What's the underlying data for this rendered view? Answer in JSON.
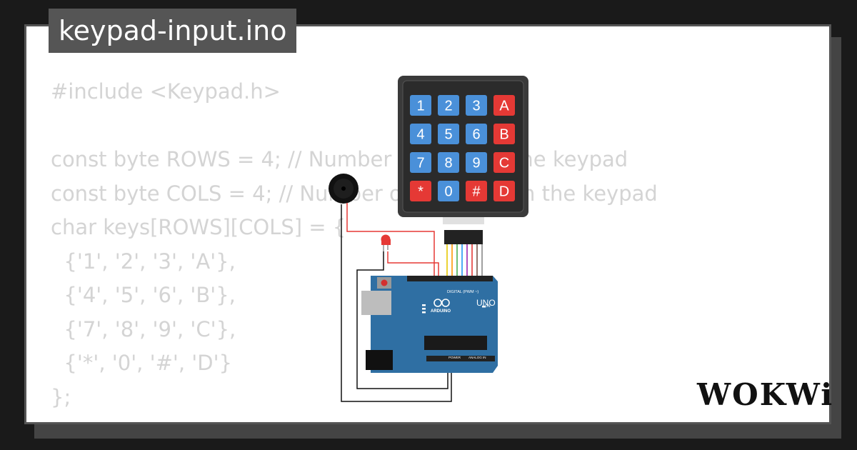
{
  "title": "keypad-input.ino",
  "code_lines": [
    "#include <Keypad.h>",
    "",
    "const byte ROWS = 4; // Number of rows on the keypad",
    "const byte COLS = 4; // Number of columns on the keypad",
    "char keys[ROWS][COLS] = {",
    "  {'1', '2', '3', 'A'},",
    "  {'4', '5', '6', 'B'},",
    "  {'7', '8', '9', 'C'},",
    "  {'*', '0', '#', 'D'}",
    "};"
  ],
  "keypad": {
    "keys": [
      [
        "1",
        "2",
        "3",
        "A"
      ],
      [
        "4",
        "5",
        "6",
        "B"
      ],
      [
        "7",
        "8",
        "9",
        "C"
      ],
      [
        "*",
        "0",
        "#",
        "D"
      ]
    ],
    "key_color": "#4a90d9",
    "letter_key_color": "#e53935",
    "body_color": "#3a3a3a"
  },
  "arduino": {
    "brand": "UNO",
    "label": "ARDUINO",
    "digital_label": "DIGITAL (PWM ~)",
    "power_label": "POWER",
    "analog_label": "ANALOG IN",
    "on_label": "ON",
    "board_color": "#2f6fa3"
  },
  "logo": "WOKWi",
  "colors": {
    "wire_red": "#e53935",
    "wire_black": "#111111",
    "led_red": "#e53935"
  }
}
